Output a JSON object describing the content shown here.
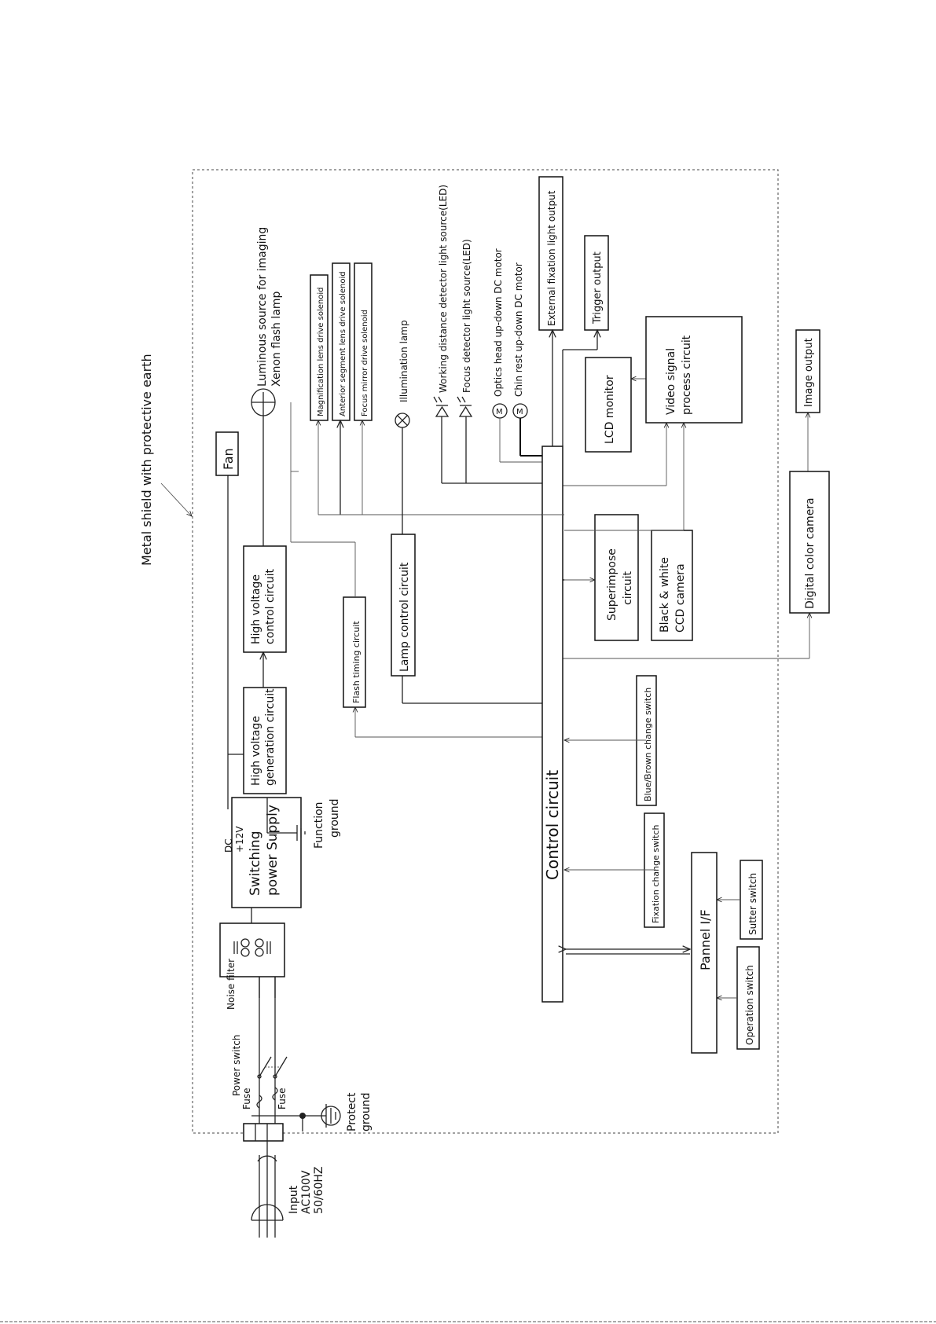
{
  "labels": {
    "shield": "Metal shield with protective earth",
    "input": [
      "Input",
      "AC100V",
      "50/60HZ"
    ],
    "fuse_top": "Fuse",
    "fuse_bottom": "Fuse",
    "power_switch": "Power switch",
    "noise_filter": "Noise filter",
    "protect_ground": [
      "Protect",
      "ground"
    ],
    "switching_power_supply": [
      "Switching",
      "power Supply"
    ],
    "dc12v": [
      "DC",
      "+12V"
    ],
    "function_ground": [
      "Function",
      "ground"
    ],
    "hv_generation": [
      "High voltage",
      "generation circuit"
    ],
    "hv_control": [
      "High voltage",
      "control circuit"
    ],
    "fan": "Fan",
    "flash_lamp": [
      "Luminous source for imaging",
      "Xenon flash lamp"
    ],
    "mag_solenoid": "Magnification lens drive solenoid",
    "anterior_solenoid": "Anterior segment lens drive solenoid",
    "focus_mirror_solenoid": "Focus mirror drive solenoid",
    "flash_timing": "Flash timing circuit",
    "illumination_lamp": "Illumination lamp",
    "lamp_control": "Lamp control circuit",
    "working_distance": "Working distance detector light source(LED)",
    "focus_detector": "Focus detector light source(LED)",
    "optics_motor": "Optics head up-down DC motor",
    "chin_motor": "Chin rest up-down DC motor",
    "motor_symbol": "M",
    "external_fixation": "External fixation light output",
    "trigger_output": "Trigger output",
    "lcd_monitor": "LCD monitor",
    "video_signal": [
      "Video signal",
      "process circuit"
    ],
    "image_output": "Image output",
    "digital_camera": "Digital color camera",
    "superimpose": [
      "Superimpose",
      "circuit"
    ],
    "bw_camera": [
      "Black & white",
      "CCD camera"
    ],
    "blue_brown": "Blue/Brown change switch",
    "fixation_change": "Fixation change switch",
    "control_circuit": "Control circuit",
    "pannel_if": "Pannel I/F",
    "sutter_switch": "Sutter switch",
    "operation_switch": "Operation switch"
  }
}
